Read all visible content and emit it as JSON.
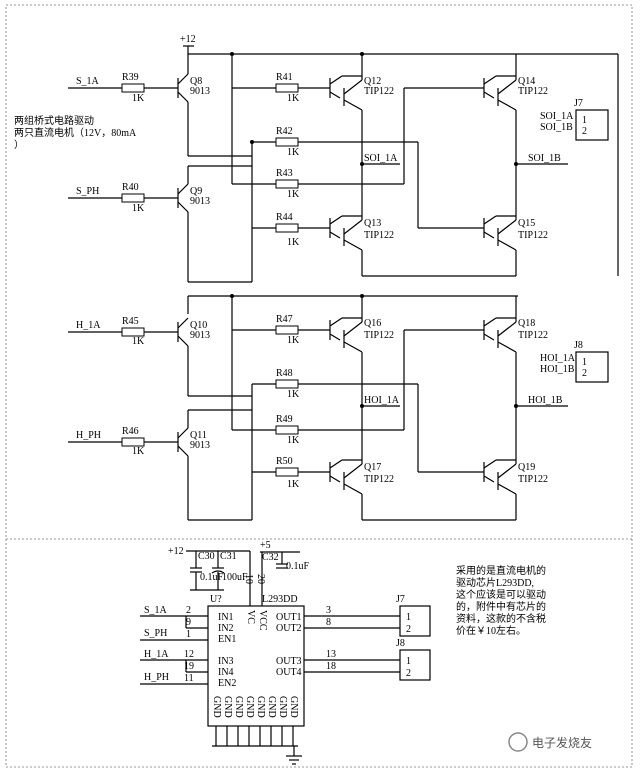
{
  "notes": {
    "top_left_line1": "两组桥式电路驱动",
    "top_left_line2": "两只直流电机（12V，80mA",
    "top_left_line3": "）",
    "bottom_right": [
      "采用的是直流电机的",
      "驱动芯片L293DD,",
      "这个应该是可以驱动",
      "的，附件中有芯片的",
      "资料，这款的不含税",
      "价在￥10左右。"
    ]
  },
  "power": {
    "vcc12": "+12",
    "vcc5": "+5"
  },
  "inputs": {
    "s1a": "S_1A",
    "sph": "S_PH",
    "h1a": "H_1A",
    "hph": "H_PH"
  },
  "resistors": {
    "r39": "R39",
    "r40": "R40",
    "r41": "R41",
    "r42": "R42",
    "r43": "R43",
    "r44": "R44",
    "r45": "R45",
    "r46": "R46",
    "r47": "R47",
    "r48": "R48",
    "r49": "R49",
    "r50": "R50",
    "value": "1K"
  },
  "transistors": {
    "q8": "Q8",
    "q9": "Q9",
    "q10": "Q10",
    "q11": "Q11",
    "q12": "Q12",
    "q13": "Q13",
    "q14": "Q14",
    "q15": "Q15",
    "q16": "Q16",
    "q17": "Q17",
    "q18": "Q18",
    "q19": "Q19",
    "small_type": "9013",
    "power_type": "TIP122"
  },
  "nets": {
    "soi1a": "SOI_1A",
    "soi1b": "SOI_1B",
    "hoi1a": "HOI_1A",
    "hoi1b": "HOI_1B"
  },
  "connectors": {
    "j7": "J7",
    "j8": "J8",
    "pin1": "1",
    "pin2": "2"
  },
  "caps": {
    "c30": "C30",
    "c31": "C31",
    "c32": "C32",
    "v01": "0.1uF",
    "v100": "100uF"
  },
  "ic": {
    "ref": "U?",
    "part": "L293DD",
    "in1": "IN1",
    "in2": "IN2",
    "en1": "EN1",
    "in3": "IN3",
    "in4": "IN4",
    "en2": "EN2",
    "out1": "OUT1",
    "out2": "OUT2",
    "out3": "OUT3",
    "out4": "OUT4",
    "vc": "VC",
    "vcc": "VCC",
    "gnd": "GND",
    "pins": {
      "p2": "2",
      "p9a": "9",
      "p1": "1",
      "p12": "12",
      "p19": "19",
      "p11": "11",
      "p3": "3",
      "p8": "8",
      "p13": "13",
      "p18": "18",
      "p10": "10",
      "p20": "20"
    }
  },
  "watermark": "电子发烧友"
}
